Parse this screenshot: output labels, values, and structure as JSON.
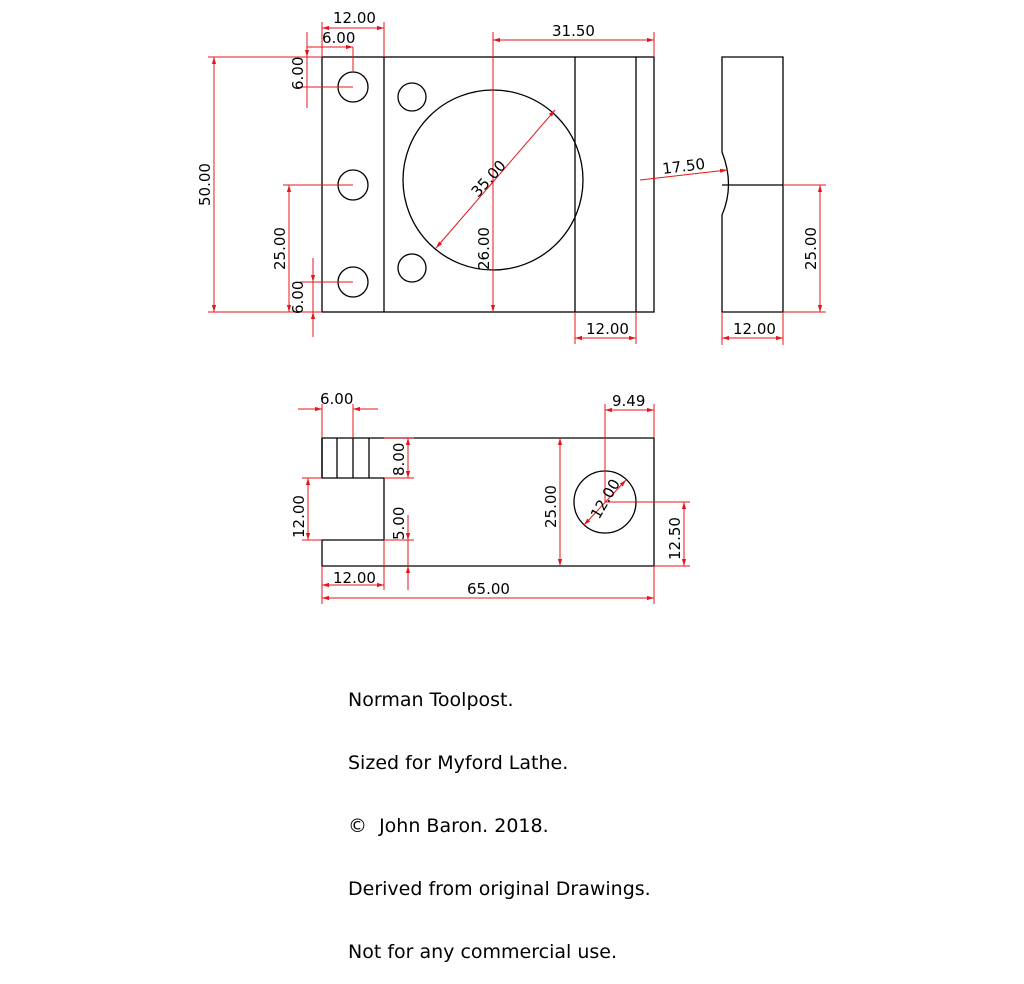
{
  "drawing": {
    "colors": {
      "part_lines": "#000000",
      "dimension_lines": "#e8141a",
      "background": "#ffffff"
    },
    "front_view": {
      "dimensions": {
        "top_hole_offset": "12.00",
        "top_hole_inner": "6.00",
        "slot_offset": "31.50",
        "overall_height": "50.00",
        "hole_vertical_1": "6.00",
        "hole_vertical_2": "25.00",
        "hole_vertical_3": "6.00",
        "bore_diameter": "35.00",
        "bore_center_height": "26.00",
        "slot_width": "12.00"
      }
    },
    "side_view": {
      "dimensions": {
        "notch_radius": "17.50",
        "half_height": "25.00",
        "width": "12.00"
      }
    },
    "plan_view": {
      "dimensions": {
        "slot_width": "6.00",
        "slot_depth": "8.00",
        "step_height": "12.00",
        "step_offset": "5.00",
        "step_width": "12.00",
        "overall_length": "65.00",
        "overall_width": "25.00",
        "hole_offset": "9.49",
        "hole_diameter": "12.00",
        "hole_center": "12.50"
      }
    }
  },
  "title_block": {
    "line1": "Norman Toolpost.",
    "line2": "Sized for Myford Lathe.",
    "line3": "©  John Baron. 2018.",
    "line4": "Derived from original Drawings.",
    "line5": "Not for any commercial use."
  }
}
